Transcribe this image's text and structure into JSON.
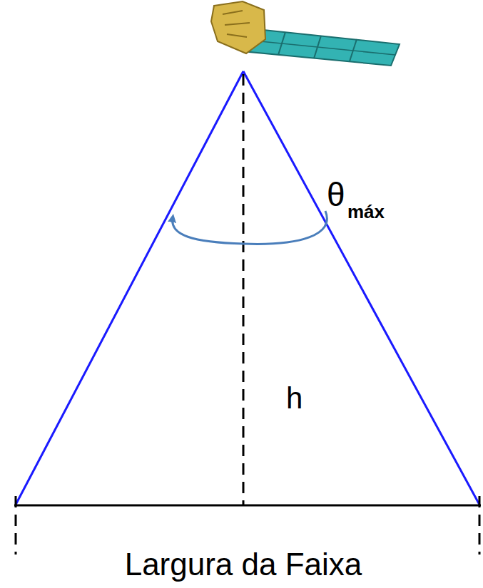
{
  "diagram": {
    "labels": [
      "θ",
      "máx",
      "h",
      "Largura da Faixa"
    ]
  }
}
